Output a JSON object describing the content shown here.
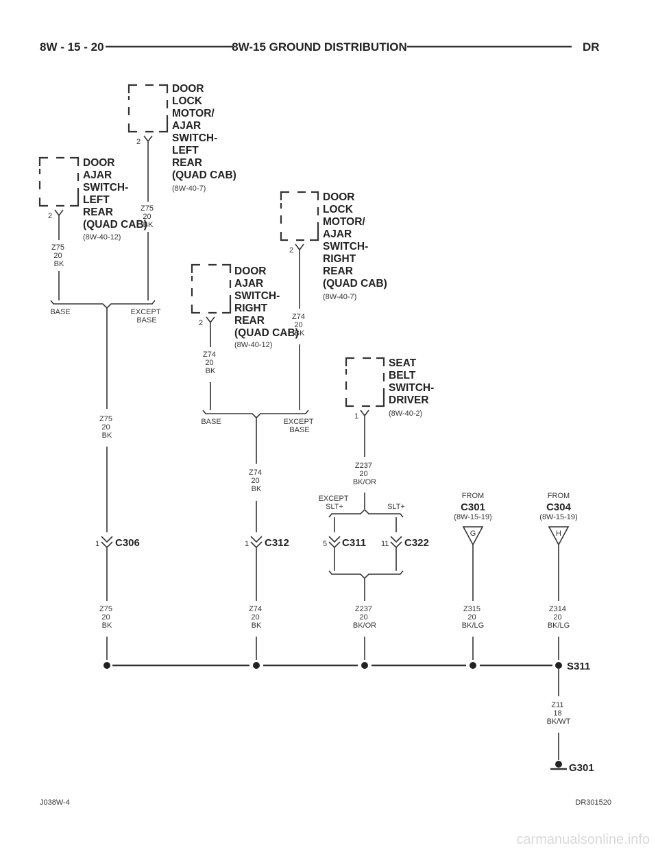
{
  "header": {
    "left": "8W - 15 - 20",
    "title": "8W-15 GROUND DISTRIBUTION",
    "right": "DR"
  },
  "components": {
    "door_ajar_lr": {
      "lines": [
        "DOOR",
        "AJAR",
        "SWITCH-",
        "LEFT",
        "REAR",
        "(QUAD CAB)"
      ],
      "ref": "(8W-40-12)",
      "pin": "2"
    },
    "door_lock_lr": {
      "lines": [
        "DOOR",
        "LOCK",
        "MOTOR/",
        "AJAR",
        "SWITCH-",
        "LEFT",
        "REAR",
        "(QUAD CAB)"
      ],
      "ref": "(8W-40-7)",
      "pin": "2"
    },
    "door_ajar_rr": {
      "lines": [
        "DOOR",
        "AJAR",
        "SWITCH-",
        "RIGHT",
        "REAR",
        "(QUAD CAB)"
      ],
      "ref": "(8W-40-12)",
      "pin": "2"
    },
    "door_lock_rr": {
      "lines": [
        "DOOR",
        "LOCK",
        "MOTOR/",
        "AJAR",
        "SWITCH-",
        "RIGHT",
        "REAR",
        "(QUAD CAB)"
      ],
      "ref": "(8W-40-7)",
      "pin": "2"
    },
    "seat_belt": {
      "lines": [
        "SEAT",
        "BELT",
        "SWITCH-",
        "DRIVER"
      ],
      "ref": "(8W-40-2)",
      "pin": "1"
    }
  },
  "wires": {
    "z75_a": [
      "Z75",
      "20",
      "BK"
    ],
    "z75_b": [
      "Z75",
      "20",
      "BK"
    ],
    "z75_c": [
      "Z75",
      "20",
      "BK"
    ],
    "z75_d": [
      "Z75",
      "20",
      "BK"
    ],
    "z74_a": [
      "Z74",
      "20",
      "BK"
    ],
    "z74_b": [
      "Z74",
      "20",
      "BK"
    ],
    "z74_c": [
      "Z74",
      "20",
      "BK"
    ],
    "z74_d": [
      "Z74",
      "20",
      "BK"
    ],
    "z237_a": [
      "Z237",
      "20",
      "BK/OR"
    ],
    "z237_b": [
      "Z237",
      "20",
      "BK/OR"
    ],
    "z315": [
      "Z315",
      "20",
      "BK/LG"
    ],
    "z314": [
      "Z314",
      "20",
      "BK/LG"
    ],
    "z11": [
      "Z11",
      "18",
      "BK/WT"
    ]
  },
  "options": {
    "base_1": "BASE",
    "except_base_1": [
      "EXCEPT",
      "BASE"
    ],
    "base_2": "BASE",
    "except_base_2": [
      "EXCEPT",
      "BASE"
    ],
    "except_slt": [
      "EXCEPT",
      "SLT+"
    ],
    "slt": "SLT+"
  },
  "connectors": {
    "c306": {
      "name": "C306",
      "pin": "1"
    },
    "c312": {
      "name": "C312",
      "pin": "1"
    },
    "c311": {
      "name": "C311",
      "pin": "5"
    },
    "c322": {
      "name": "C322",
      "pin": "11"
    }
  },
  "from_c301": {
    "from": "FROM",
    "name": "C301",
    "ref": "(8W-15-19)",
    "letter": "G"
  },
  "from_c304": {
    "from": "FROM",
    "name": "C304",
    "ref": "(8W-15-19)",
    "letter": "H"
  },
  "splice": "S311",
  "ground": "G301",
  "footer": {
    "left": "J038W-4",
    "right": "DR301520"
  },
  "watermark": "carmanualsonline.info"
}
